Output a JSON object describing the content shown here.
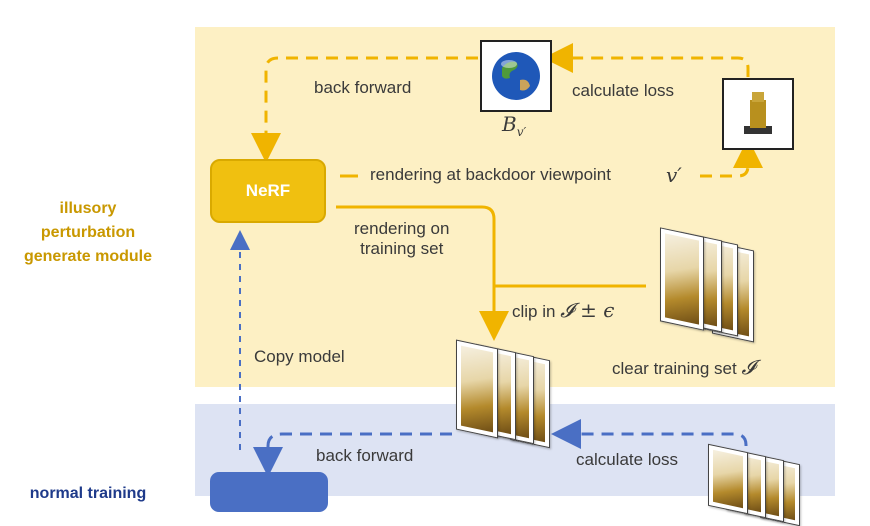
{
  "diagram": {
    "side_labels": {
      "top_line1": "illusory",
      "top_line2": "perturbation",
      "top_line3": "generate module",
      "bottom": "normal training"
    },
    "nerf_label": "NeRF",
    "labels": {
      "back_forward_top": "back forward",
      "calculate_loss_top": "calculate loss",
      "backdoor_render": "rendering at backdoor viewpoint",
      "rendering_on_1": "rendering on",
      "rendering_on_2": "training set",
      "clip_in": "clip in",
      "clear_training_set": "clear training set",
      "copy_model": "Copy model",
      "back_forward_bottom": "back forward",
      "calculate_loss_bottom": "calculate loss"
    },
    "math": {
      "B_v_prime": "B",
      "B_sub": "v′",
      "v_prime": "v′",
      "clip_expr": "𝓘 ± ϵ",
      "I_symbol": "𝓘"
    },
    "colors": {
      "yellow_panel": "#fdf0c4",
      "blue_panel": "#dde3f3",
      "yellow_arrow": "#f0b400",
      "blue_arrow": "#4a6fc4",
      "nerf_fill": "#f0c010"
    },
    "icons": [
      "earth-globe-icon",
      "rendered-object-icon",
      "image-stack-icon"
    ]
  }
}
